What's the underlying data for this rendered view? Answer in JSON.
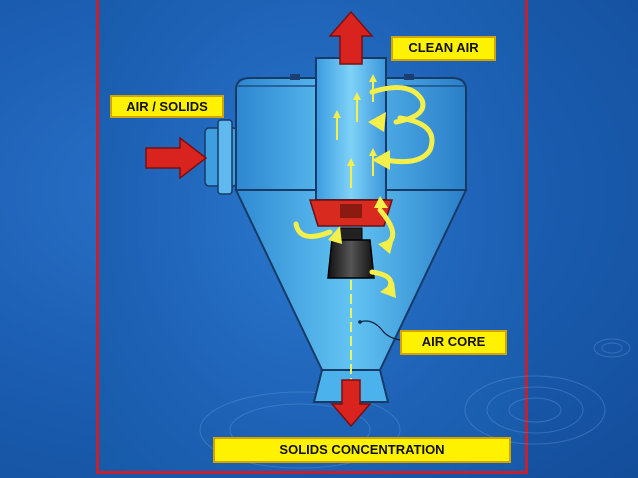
{
  "diagram": {
    "labels": {
      "clean_air": "CLEAN AIR",
      "air_solids": "AIR / SOLIDS",
      "air_core": "AIR CORE",
      "solids_concentration": "SOLIDS CONCENTRATION"
    },
    "colors": {
      "background": "#1c5fb4",
      "frame_border": "#c5202e",
      "label_fill": "#fff200",
      "arrow_red": "#d9231f",
      "flow_yellow": "#f5ef4a",
      "body_blue": "#3fa4e4",
      "vortex_finder_red": "#d92a20"
    },
    "icons": [
      "inlet-arrow-icon",
      "outlet-arrow-icon",
      "discharge-arrow-icon",
      "swirl-arrow-icon",
      "ripple-icon"
    ]
  }
}
